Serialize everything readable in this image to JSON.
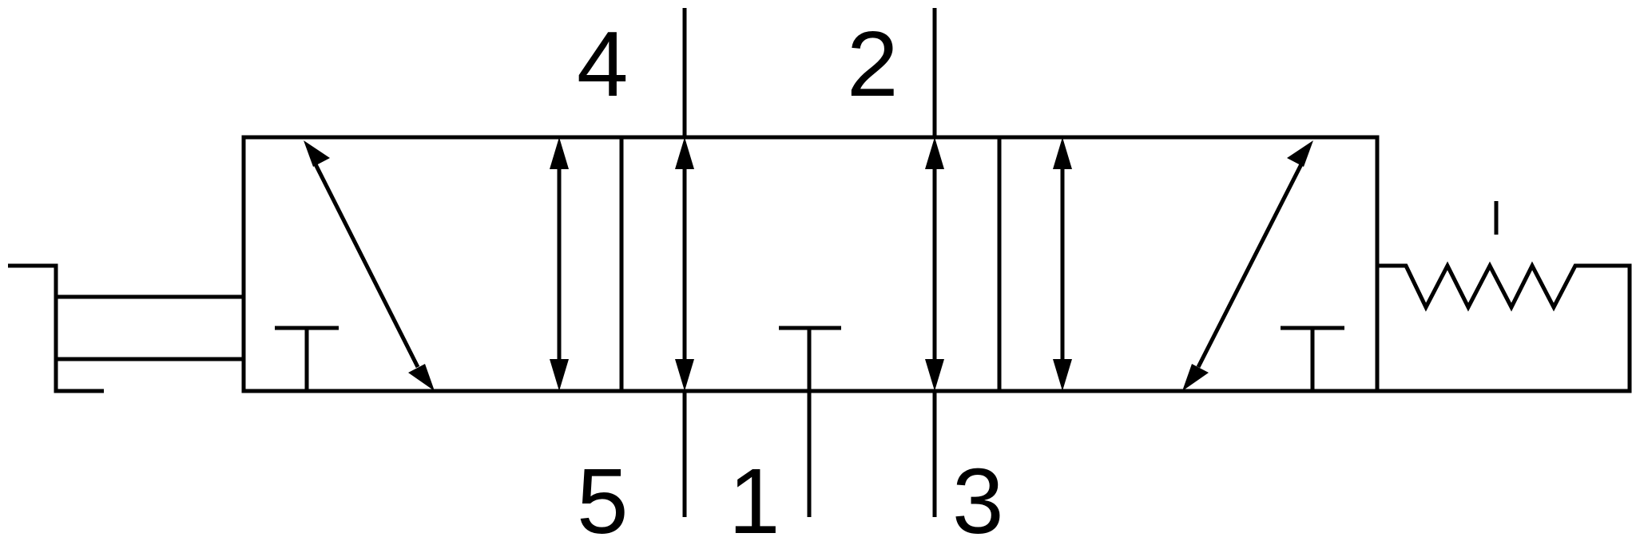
{
  "diagram": {
    "ports": {
      "p4": "4",
      "p2": "2",
      "p5": "5",
      "p1": "1",
      "p3": "3"
    },
    "colors": {
      "line": "#000000",
      "background": "#ffffff"
    }
  }
}
